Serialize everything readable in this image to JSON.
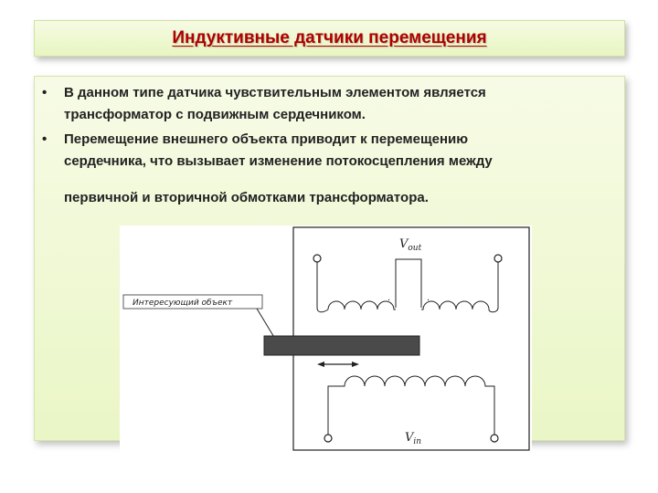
{
  "slide": {
    "title": "Индуктивные датчики перемещения",
    "bullets": [
      {
        "lines": [
          "В данном типе датчика чувствительным элементом является",
          "трансформатор с подвижным сердечником."
        ]
      },
      {
        "lines": [
          "Перемещение внешнего объекта приводит к перемещению",
          "сердечника, что вызывает изменение потокосцепления между",
          "первичной и вторичной обмотками трансформатора."
        ]
      }
    ]
  },
  "diagram": {
    "object_label": "Интересующий объект",
    "vout_label": "V",
    "vout_sub": "out",
    "vin_label": "V",
    "vin_sub": "in",
    "colors": {
      "core": "#4a4a4a",
      "lines": "#222222",
      "title": "#b00000"
    }
  }
}
